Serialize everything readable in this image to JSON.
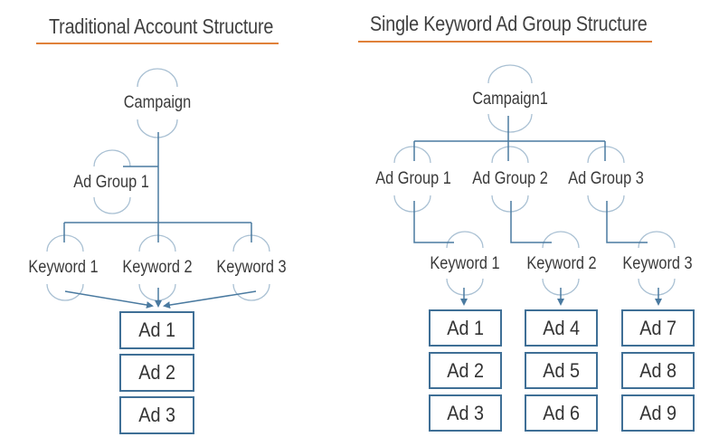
{
  "left": {
    "title": "Traditional Account Structure",
    "campaign": "Campaign",
    "ad_group": "Ad Group 1",
    "keywords": [
      "Keyword 1",
      "Keyword 2",
      "Keyword 3"
    ],
    "ads": [
      "Ad 1",
      "Ad 2",
      "Ad 3"
    ]
  },
  "right": {
    "title": "Single Keyword Ad Group Structure",
    "campaign": "Campaign1",
    "ad_groups": [
      "Ad Group 1",
      "Ad Group 2",
      "Ad Group 3"
    ],
    "keywords": [
      "Keyword 1",
      "Keyword 2",
      "Keyword 3"
    ],
    "ads": [
      [
        "Ad 1",
        "Ad 2",
        "Ad 3"
      ],
      [
        "Ad 4",
        "Ad 5",
        "Ad 6"
      ],
      [
        "Ad 7",
        "Ad 8",
        "Ad 9"
      ]
    ]
  },
  "colors": {
    "line": "#4a7aa0",
    "box_border": "#3f6f96",
    "underline": "#e0813a",
    "text": "#3a3a3a"
  }
}
